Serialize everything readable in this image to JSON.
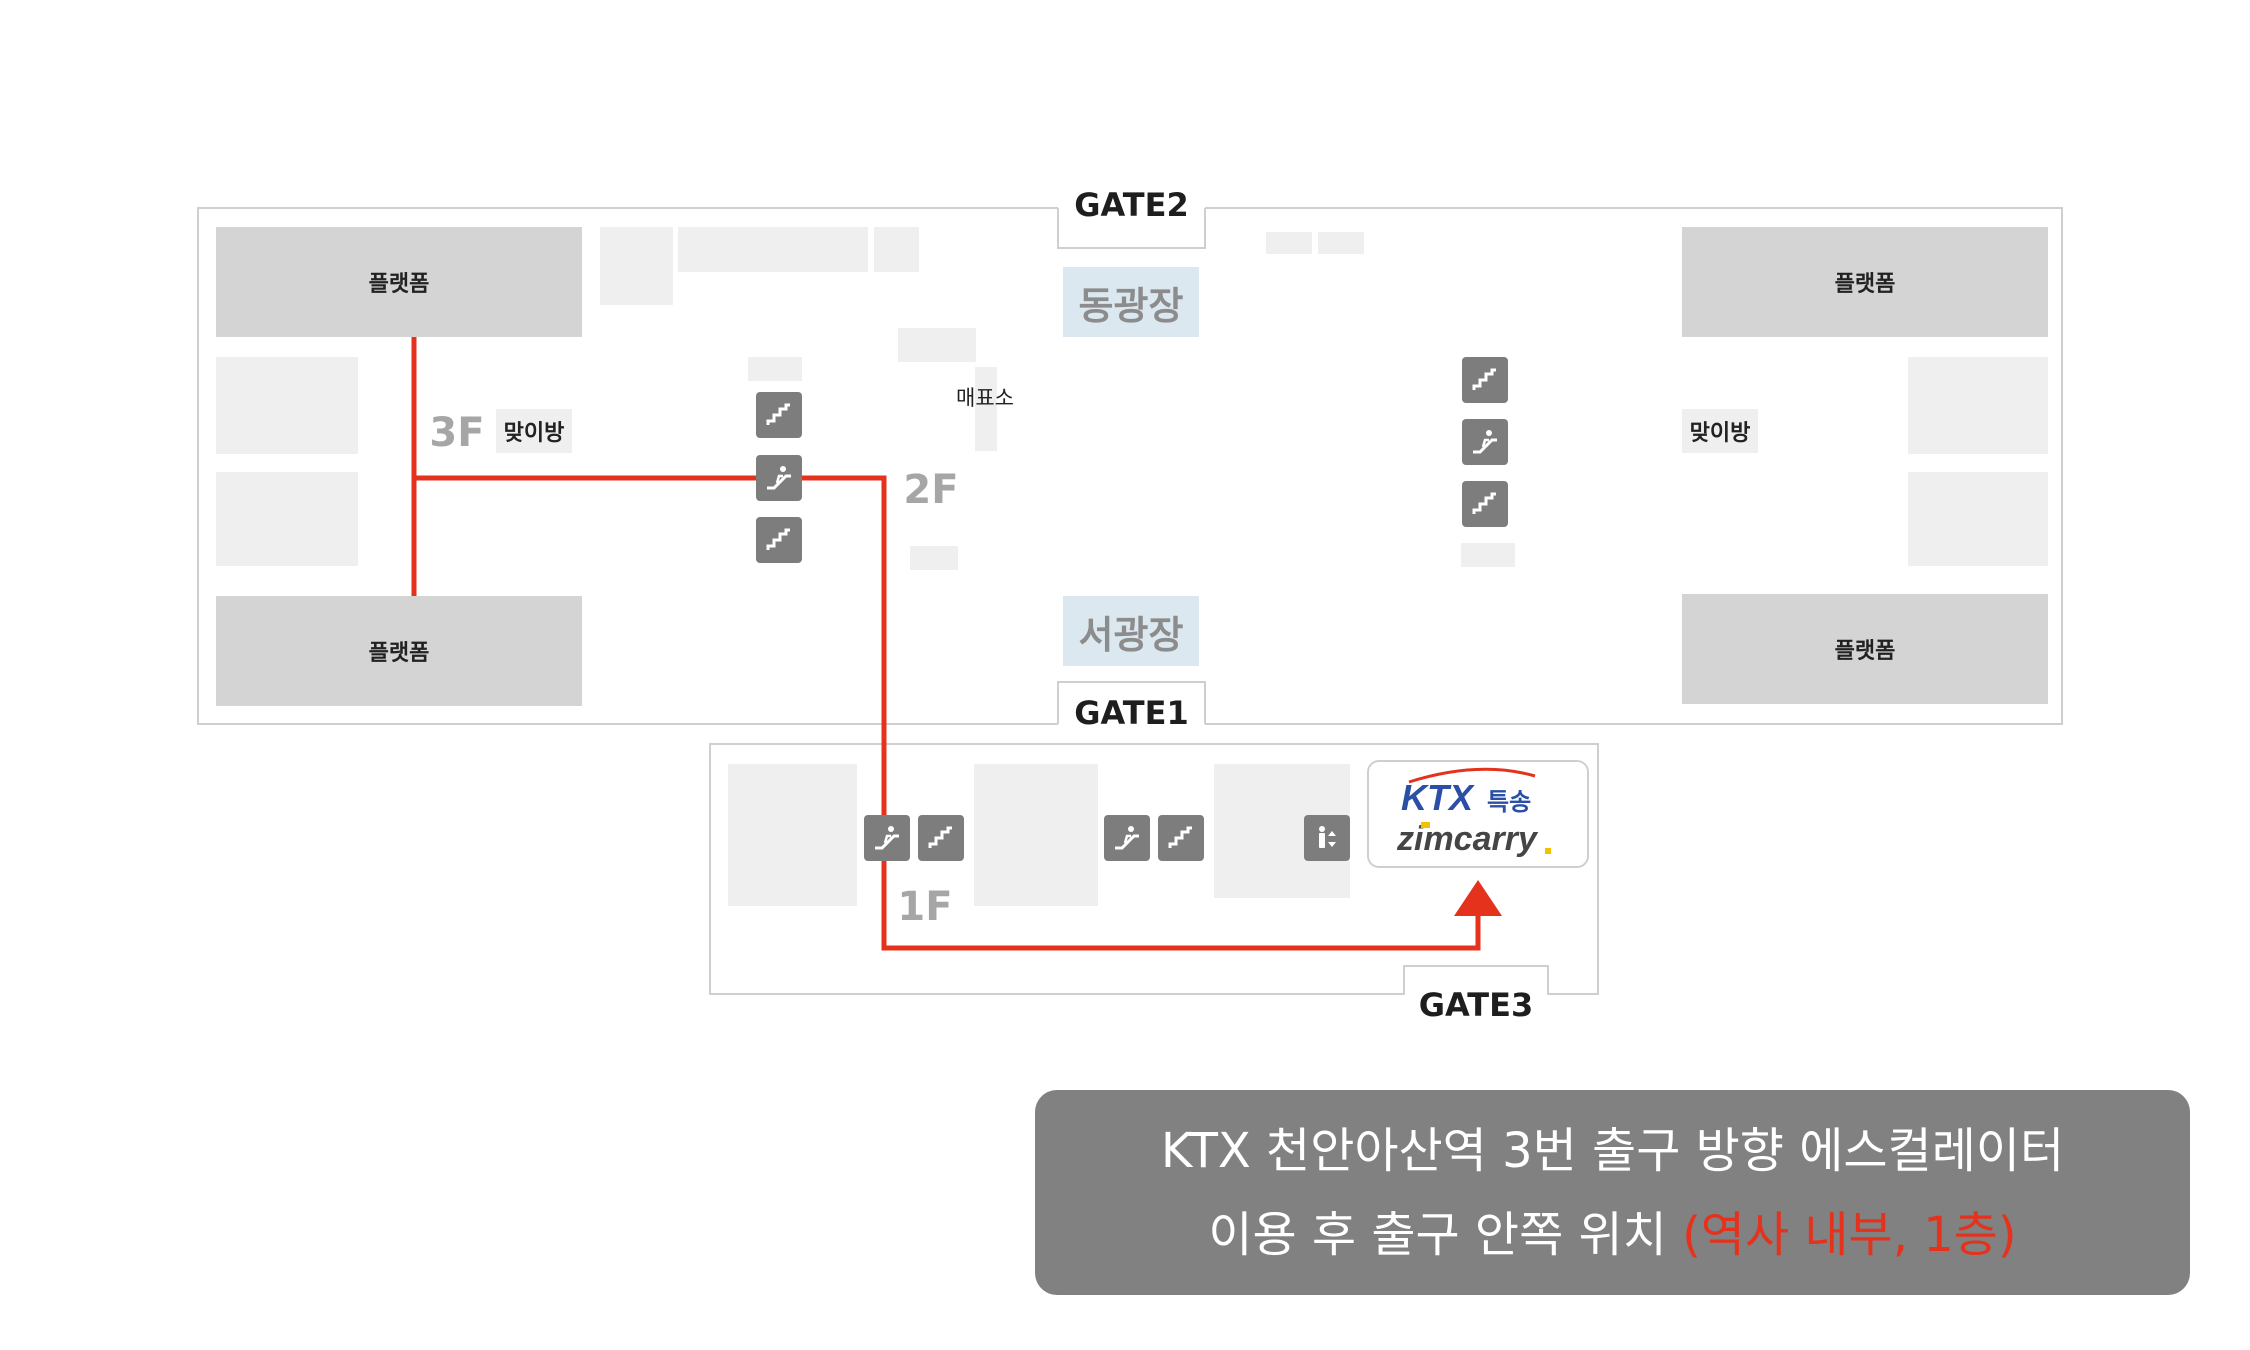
{
  "floor_map": {
    "gates": {
      "gate1": "GATE1",
      "gate2": "GATE2",
      "gate3": "GATE3"
    },
    "floors": {
      "f3": "3F",
      "f2": "2F",
      "f1": "1F"
    },
    "platforms": {
      "top_left": "플랫폼",
      "bottom_left": "플랫폼",
      "top_right": "플랫폼",
      "bottom_right": "플랫폼"
    },
    "waiting_rooms": {
      "left": "맞이방",
      "right": "맞이방"
    },
    "plazas": {
      "east": "동광장",
      "west": "서광장"
    },
    "ticket_office": "매표소",
    "route_color": "#e4321c",
    "icons": [
      "stairs-icon",
      "escalator-icon",
      "elevator-icon",
      "arrow-up-icon"
    ]
  },
  "logo": {
    "brand": "KTX",
    "service": "특송",
    "partner": "zimcarry",
    "brand_color": "#2b4fa6",
    "partner_accent": "#f2c200"
  },
  "note": {
    "line1": "KTX 천안아산역 3번 출구 방향 에스컬레이터",
    "line2_main": "이용 후 출구 안쪽 위치 ",
    "line2_highlight": "(역사 내부, 1층)",
    "highlight_color": "#e4321c"
  }
}
